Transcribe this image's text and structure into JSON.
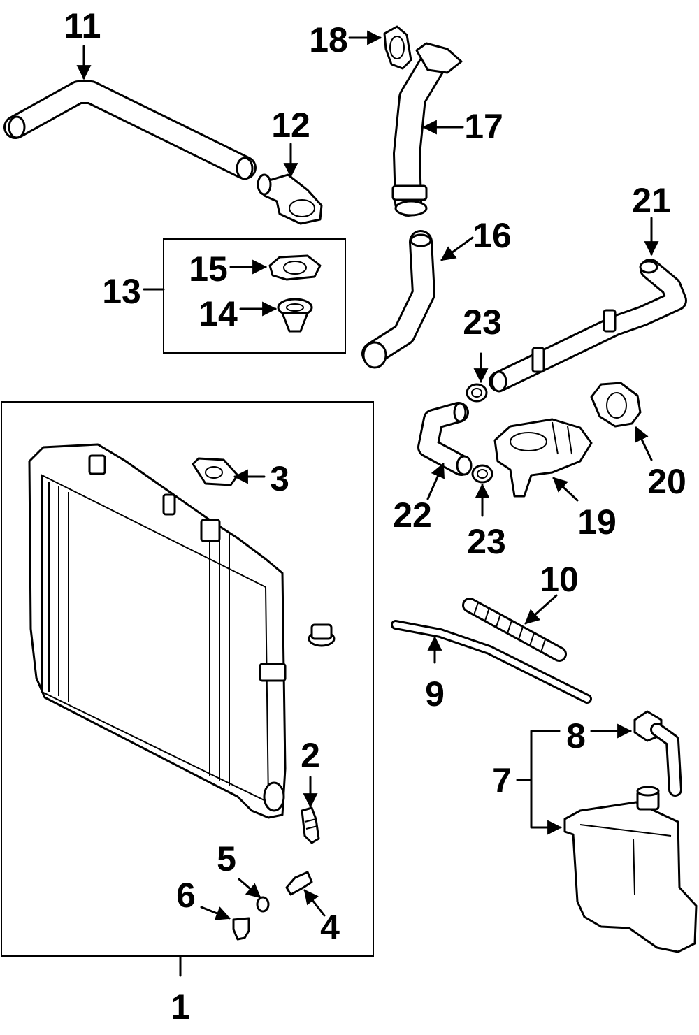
{
  "callouts": [
    "1",
    "2",
    "3",
    "4",
    "5",
    "6",
    "7",
    "8",
    "9",
    "10",
    "11",
    "12",
    "13",
    "14",
    "15",
    "16",
    "17",
    "18",
    "19",
    "20",
    "21",
    "22",
    "23",
    "23"
  ]
}
